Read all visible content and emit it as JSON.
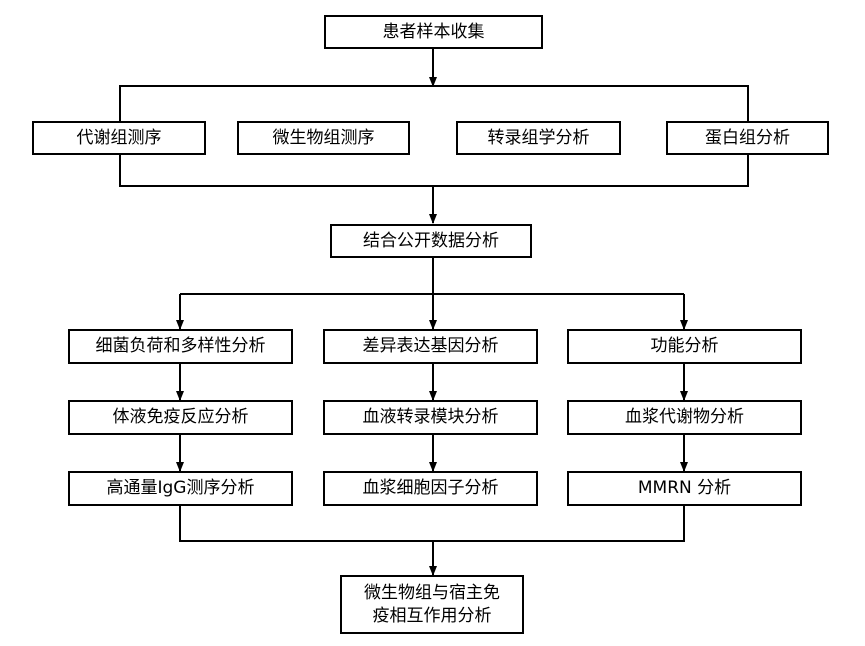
{
  "nodes": {
    "collect": "患者样本收集",
    "metab_seq": "代谢组测序",
    "micro_seq": "微生物组测序",
    "transcript": "转录组学分析",
    "protein": "蛋白组分析",
    "public": "结合公开数据分析",
    "bacteria": "细菌负荷和多样性分析",
    "deg": "差异表达基因分析",
    "function": "功能分析",
    "humoral": "体液免疫反应分析",
    "module": "血液转录模块分析",
    "plasma_met": "血浆代谢物分析",
    "igg": "高通量IgG测序分析",
    "cytokine": "血浆细胞因子分析",
    "mmrn": "MMRN 分析",
    "final_line1": "微生物组与宿主免",
    "final_line2": "疫相互作用分析"
  },
  "colors": {
    "stroke": "#000000",
    "fill": "#ffffff"
  }
}
